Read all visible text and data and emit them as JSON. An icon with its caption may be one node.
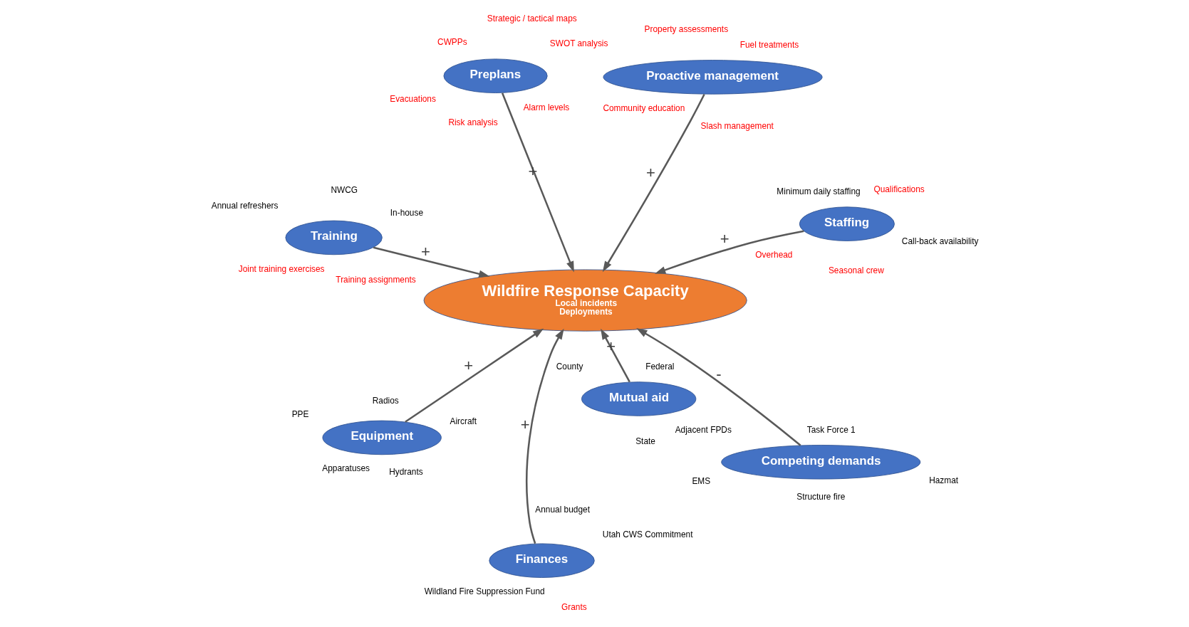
{
  "diagram": {
    "nodes": [
      {
        "text": [
          "Equipment"
        ],
        "beside": [
          "Hydrants",
          "Aircraft",
          "PPE",
          "Radios",
          "Apparatuses"
        ]
      },
      {
        "text": [
          "Staffing"
        ],
        "beside": [
          "Minimum daily staffing",
          "Overhead",
          "Seasonal crew",
          "Call-back availability",
          "Qualifications"
        ]
      },
      {
        "text": [
          "Competing demands"
        ],
        "beside": [
          "Hazmat",
          "Structure fire",
          "EMS",
          "Task Force 1"
        ]
      },
      {
        "text": [
          "Training"
        ],
        "beside": [
          "NWCG",
          "Joint training exercises",
          "In-house",
          "Annual refreshers",
          "Training assignments"
        ]
      },
      {
        "text": [
          "Wildfire Response Capacity",
          "Local incidents",
          "Deployments"
        ]
      },
      {
        "text": [
          "Preplans"
        ],
        "beside": [
          "CWPPs",
          "Risk analysis",
          "Evacuations",
          "Strategic / tactical maps",
          "Alarm levels",
          "SWOT analysis"
        ]
      },
      {
        "text": [
          "Finances"
        ],
        "beside": [
          "Annual budget",
          "Wildland Fire Suppression Fund",
          "Grants",
          "Utah CWS Commitment"
        ]
      },
      {
        "text": [
          "Proactive management"
        ],
        "beside": [
          "Community education",
          "Fuel treatments",
          "Property assessments",
          "Slash management"
        ]
      },
      {
        "text": [
          "Mutual aid"
        ],
        "beside": [
          "County",
          "State",
          "Adjacent FPDs",
          "Federal"
        ]
      }
    ],
    "edges": [
      {
        "from": 0,
        "to": 4,
        "arrow": "to",
        "label": "+"
      },
      {
        "from": 1,
        "to": 4,
        "arrow": "to",
        "label": "+"
      },
      {
        "from": 2,
        "to": 4,
        "arrow": "to",
        "label": "-"
      },
      {
        "from": 3,
        "to": 4,
        "arrow": "to",
        "label": "+"
      },
      {
        "from": 5,
        "to": 4,
        "arrow": "to",
        "label": "+"
      },
      {
        "from": 6,
        "to": 4,
        "arrow": "to",
        "label": "+"
      },
      {
        "from": 7,
        "to": 4,
        "arrow": "to",
        "label": "+"
      },
      {
        "from": 8,
        "to": 4,
        "arrow": "to",
        "label": "+"
      }
    ]
  }
}
